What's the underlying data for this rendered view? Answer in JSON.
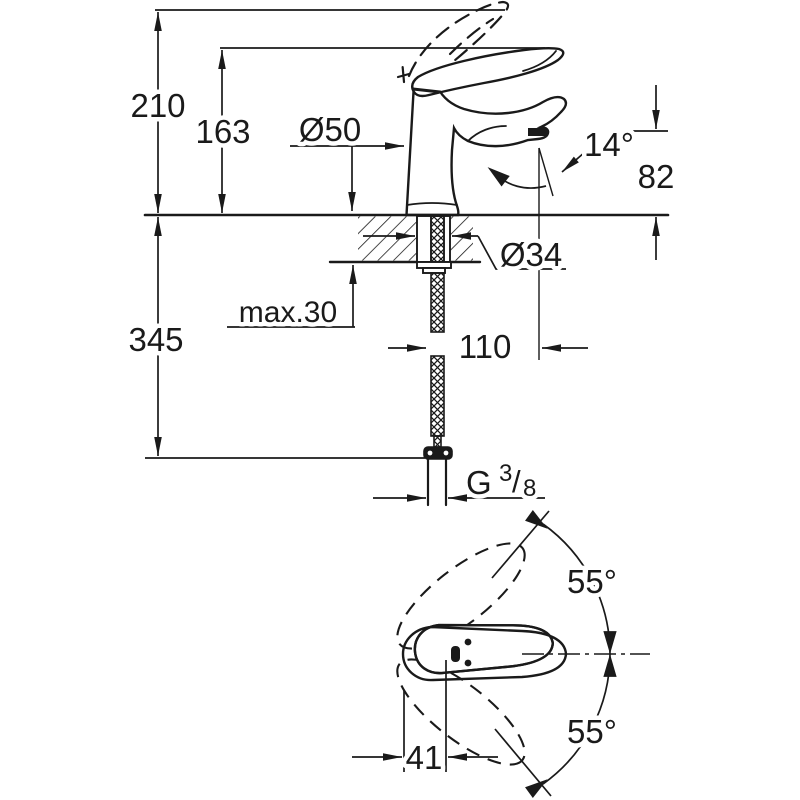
{
  "drawing": {
    "type": "faucet-installation-dimension-drawing",
    "dimensions": {
      "overall_height": "210",
      "height_to_spout_line": "163",
      "base_diameter": "Ø50",
      "spray_angle": "14°",
      "spout_outlet_height": "82",
      "mounting_hole_diameter": "Ø34",
      "max_deck_thickness": "max.30",
      "hose_length": "345",
      "spout_reach": "110",
      "thread_prefix": "G",
      "thread_numerator": "3",
      "thread_slash": "/",
      "thread_denominator": "8",
      "handle_swing_upper": "55°",
      "handle_swing_lower": "55°",
      "handle_width": "41"
    },
    "colors": {
      "line": "#1a1a1a",
      "background": "#ffffff"
    }
  }
}
